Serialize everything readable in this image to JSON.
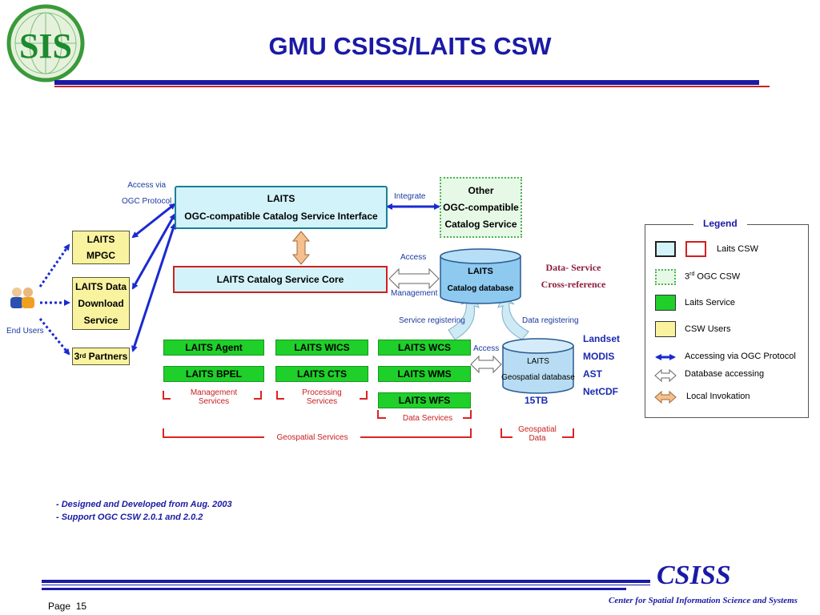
{
  "header": {
    "title": "GMU CSISS/LAITS CSW",
    "logo_text": "SIS"
  },
  "diagram": {
    "csw_interface": [
      "LAITS",
      "OGC-compatible Catalog Service Interface"
    ],
    "catalog_core": "LAITS Catalog Service Core",
    "other_catalog": [
      "Other",
      "OGC-compatible",
      "Catalog Service"
    ],
    "catalog_db": [
      "LAITS",
      "Catalog database"
    ],
    "geo_db": [
      "LAITS",
      "Geospatial database"
    ],
    "geo_db_size": "15TB",
    "users": {
      "mpgc": [
        "LAITS",
        "MPGC"
      ],
      "download": [
        "LAITS Data",
        "Download",
        "Service"
      ],
      "partners_prefix": "3",
      "partners_sup": "rd",
      "partners_suffix": " Partners",
      "end_users": "End Users"
    },
    "services": {
      "agent": "LAITS Agent",
      "wics": "LAITS WICS",
      "wcs": "LAITS WCS",
      "bpel": "LAITS BPEL",
      "cts": "LAITS CTS",
      "wms": "LAITS WMS",
      "wfs": "LAITS WFS"
    },
    "labels": {
      "access_via": [
        "Access via",
        "OGC Protocol"
      ],
      "integrate": "Integrate",
      "access_mgmt": [
        "Access",
        "Management"
      ],
      "service_registering": "Service registering",
      "data_registering": "Data registering",
      "access": "Access",
      "cross_ref": [
        "Data- Service",
        "Cross-reference"
      ]
    },
    "datasets": [
      "Landset",
      "MODIS",
      "AST",
      "NetCDF"
    ],
    "groups": {
      "management": [
        "Management",
        "Services"
      ],
      "processing": [
        "Processing",
        "Services"
      ],
      "data": "Data Services",
      "geospatial": "Geospatial Services",
      "geo_data": [
        "Geospatial",
        "Data"
      ]
    }
  },
  "legend": {
    "title": "Legend",
    "items": {
      "laits_csw": "Laits CSW",
      "ogc_prefix": "3",
      "ogc_sup": "rd",
      "ogc_suffix": " OGC CSW",
      "laits_service": "Laits Service",
      "csw_users": "CSW Users",
      "accessing": "Accessing via OGC Protocol",
      "db_access": "Database accessing",
      "local": "Local Invokation"
    }
  },
  "notes": [
    "- Designed and Developed from Aug. 2003",
    "- Support OGC CSW 2.0.1 and 2.0.2"
  ],
  "footer": {
    "brand": "CSISS",
    "subtitle": "Center for Spatial Information Science and Systems",
    "page_label": "Page",
    "page_number": "15"
  },
  "colors": {
    "brand_blue": "#1a1aa6",
    "accent_red": "#cc2222",
    "service_green": "#1fcf2a",
    "csw_cyan": "#d2f3fa",
    "user_yellow": "#f9f3a0"
  },
  "icons": [
    "globe-logo-icon",
    "users-icon",
    "database-icon",
    "double-arrow-icon"
  ]
}
